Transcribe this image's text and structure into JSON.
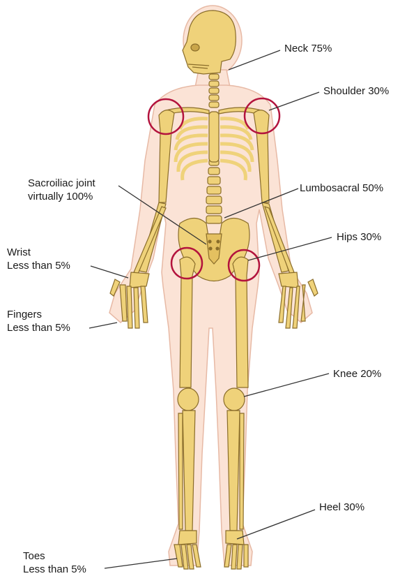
{
  "labels": {
    "neck": "Neck 75%",
    "shoulder": "Shoulder 30%",
    "sacroiliac_line1": "Sacroiliac joint",
    "sacroiliac_line2": "virtually 100%",
    "lumbosacral": "Lumbosacral 50%",
    "hips": "Hips 30%",
    "wrist_line1": "Wrist",
    "wrist_line2": "Less than 5%",
    "fingers_line1": "Fingers",
    "fingers_line2": "Less than 5%",
    "knee": "Knee 20%",
    "heel": "Heel 30%",
    "toes_line1": "Toes",
    "toes_line2": "Less than 5%"
  },
  "colors": {
    "skin": "#fbe3d6",
    "skin_outline": "#e7b9a5",
    "bone": "#efd27a",
    "bone_outline": "#8a6d2a",
    "highlight_circle": "#b3133d",
    "leader_line": "#333333"
  }
}
